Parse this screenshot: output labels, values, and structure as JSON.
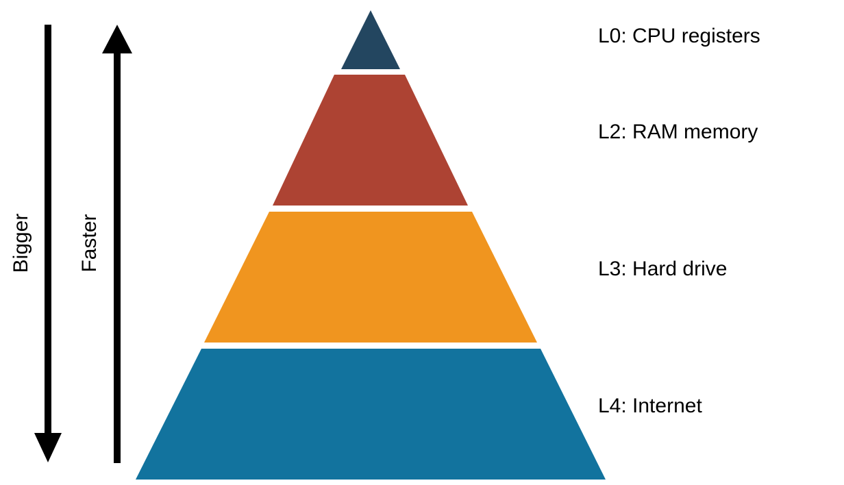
{
  "arrows": {
    "bigger": {
      "label": "Bigger",
      "direction": "down"
    },
    "faster": {
      "label": "Faster",
      "direction": "up"
    }
  },
  "pyramid": {
    "levels": [
      {
        "label": "L0: CPU registers",
        "color": "#234660"
      },
      {
        "label": "L2: RAM memory",
        "color": "#AD4333"
      },
      {
        "label": "L3: Hard drive",
        "color": "#F0951F"
      },
      {
        "label": "L4: Internet",
        "color": "#12739E"
      }
    ]
  }
}
